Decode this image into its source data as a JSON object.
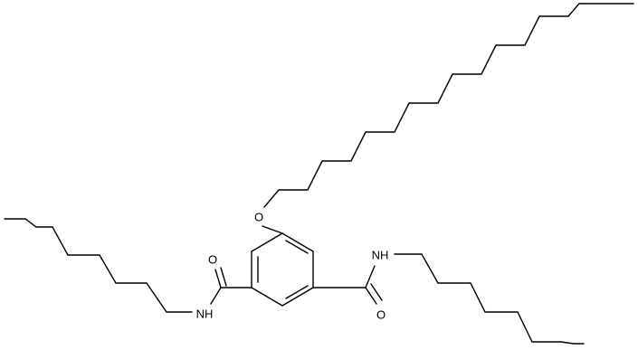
{
  "molecule": {
    "atoms": {
      "ether_oxygen": "O",
      "amide_left_oxygen": "O",
      "amide_left_nitrogen": "NH",
      "amide_right_oxygen": "O",
      "amide_right_nitrogen": "NH"
    }
  }
}
